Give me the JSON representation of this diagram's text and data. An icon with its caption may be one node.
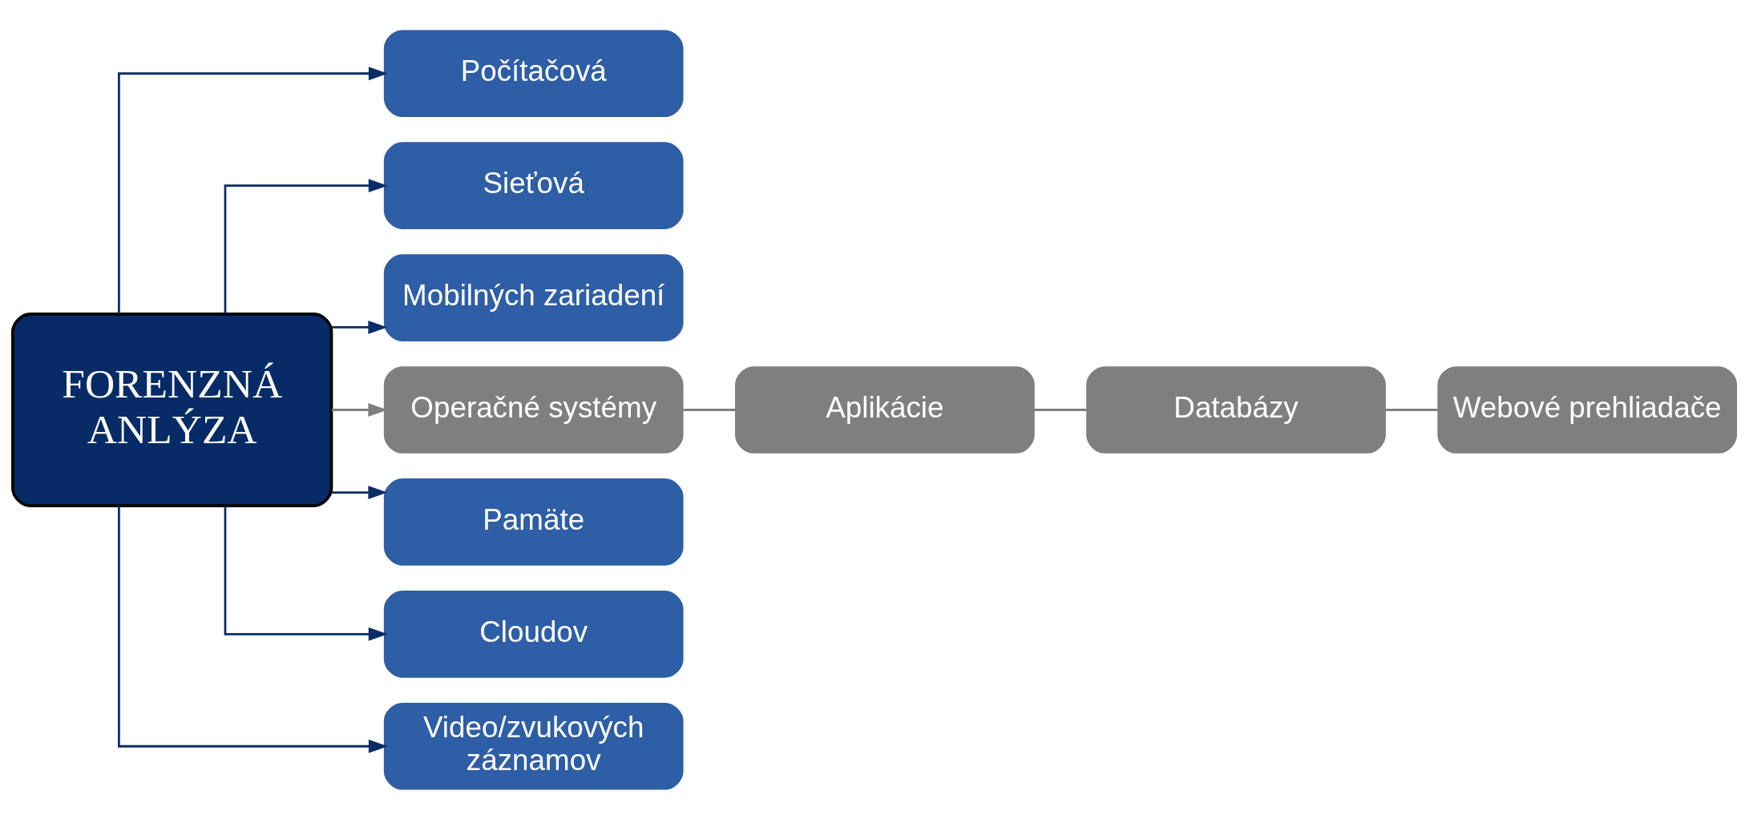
{
  "diagram": {
    "nodes": [
      {
        "text": [
          "FORENZNÁ ANLÝZA"
        ]
      },
      {
        "text": [
          "Počítačová"
        ]
      },
      {
        "text": [
          "Sieťová"
        ]
      },
      {
        "text": [
          "Mobilných zariadení"
        ]
      },
      {
        "text": [
          "Operačné systémy"
        ]
      },
      {
        "text": [
          "Aplikácie"
        ]
      },
      {
        "text": [
          "Databázy"
        ]
      },
      {
        "text": [
          "Webové prehliadače"
        ]
      },
      {
        "text": [
          "Pamäte"
        ]
      },
      {
        "text": [
          "Cloudov"
        ]
      },
      {
        "text": [
          "Video/zvukových záznamov"
        ]
      }
    ],
    "edges": [
      {
        "from": 0,
        "to": 1,
        "arrow": "to"
      },
      {
        "from": 0,
        "to": 2,
        "arrow": "to"
      },
      {
        "from": 0,
        "to": 3,
        "arrow": "to"
      },
      {
        "from": 0,
        "to": 4,
        "arrow": "to",
        "color": "#7f7f7f"
      },
      {
        "from": 4,
        "to": 5,
        "arrow": "none",
        "color": "#7f7f7f"
      },
      {
        "from": 5,
        "to": 6,
        "arrow": "none",
        "color": "#7f7f7f"
      },
      {
        "from": 6,
        "to": 7,
        "arrow": "none",
        "color": "#7f7f7f"
      },
      {
        "from": 0,
        "to": 8,
        "arrow": "to"
      },
      {
        "from": 0,
        "to": 9,
        "arrow": "to"
      },
      {
        "from": 0,
        "to": 10,
        "arrow": "to"
      }
    ]
  }
}
